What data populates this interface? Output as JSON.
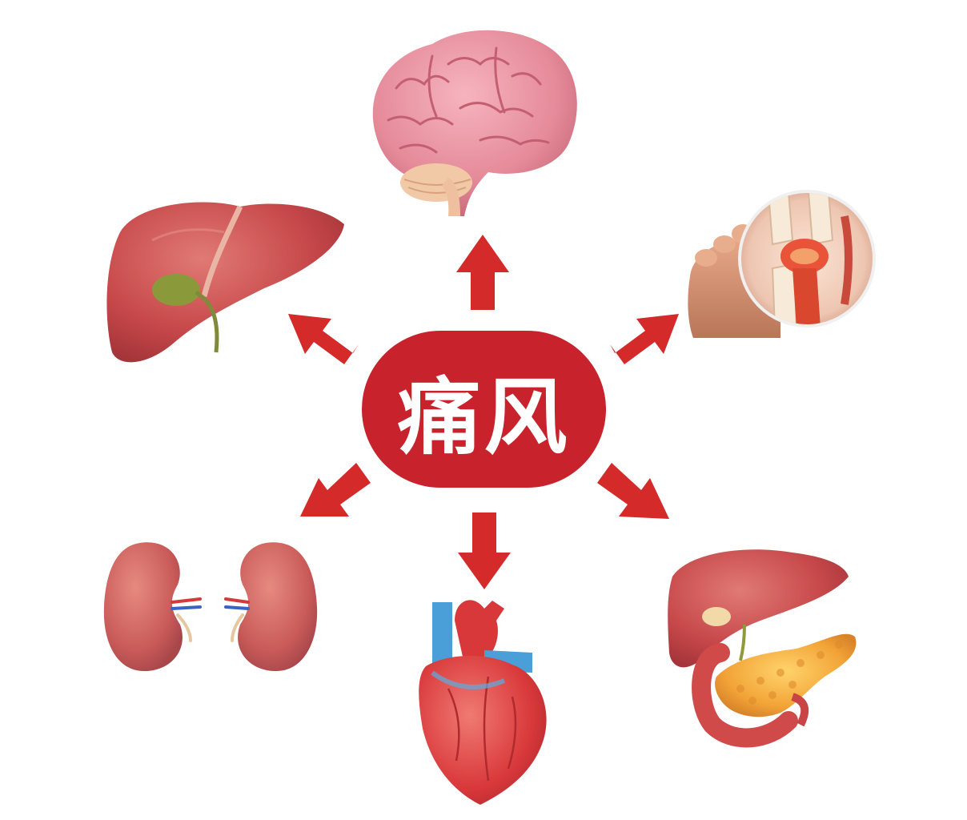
{
  "center": {
    "label": "痛风",
    "color": "#c8232c"
  },
  "arrow_color": "#d42a2a",
  "organs": [
    {
      "id": "brain",
      "icon": "brain-icon"
    },
    {
      "id": "gout-foot",
      "icon": "gout-foot-joint-icon"
    },
    {
      "id": "liver-pancreas",
      "icon": "liver-pancreas-icon"
    },
    {
      "id": "heart",
      "icon": "heart-icon"
    },
    {
      "id": "kidneys",
      "icon": "kidneys-icon"
    },
    {
      "id": "liver",
      "icon": "liver-gallbladder-icon"
    }
  ]
}
